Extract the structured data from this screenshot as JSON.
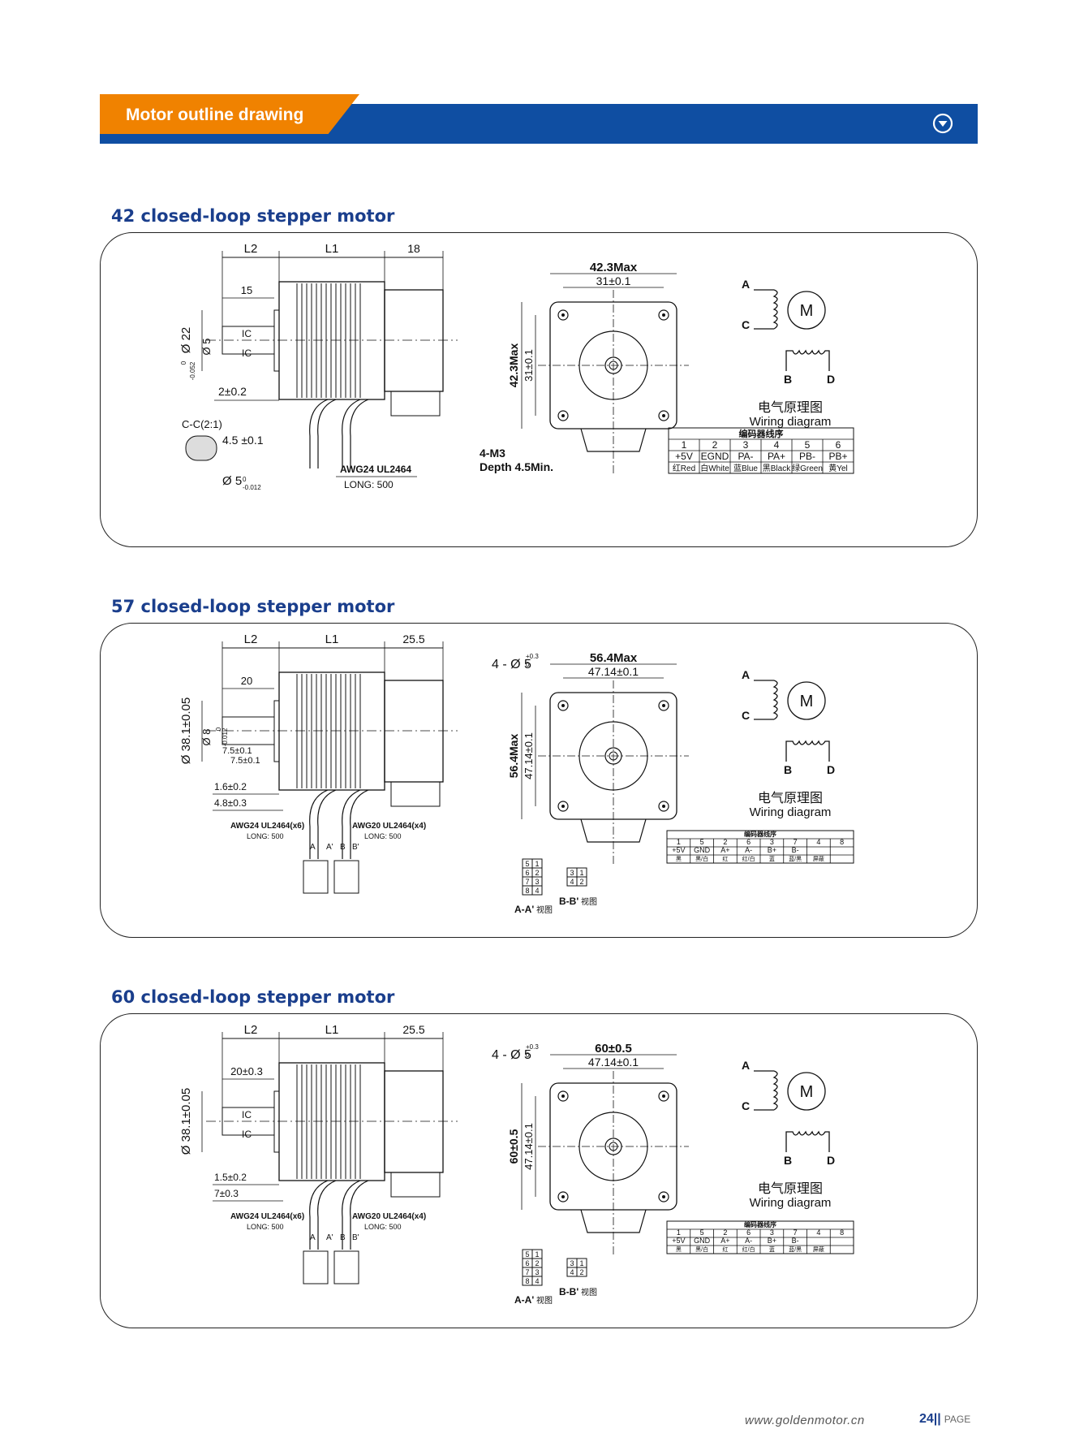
{
  "header": {
    "title": "Motor outline drawing",
    "colors": {
      "orange": "#f08200",
      "blue": "#0f4ea2"
    },
    "icon": "chevron-down-circle-icon"
  },
  "sections": [
    {
      "title": "42 closed-loop stepper motor",
      "side": {
        "L2": "L2",
        "L1": "L1",
        "tail": "18",
        "shaft_len": "15",
        "dia": "Ø 22",
        "dia_tol_top": "0",
        "dia_tol_bot": "-0.052",
        "ic1": "IC",
        "ic2": "IC",
        "step": "2±0.2",
        "cc": "C-C(2:1)",
        "flat": "4.5 ±0.1",
        "shaft_dia": "Ø 5",
        "shaft_tol_top": "0",
        "shaft_tol_bot": "-0.012",
        "cable": "AWG24 UL2464",
        "cable_long": "LONG: 500"
      },
      "front": {
        "max": "42.3Max",
        "pitch": "31±0.1",
        "vmax": "42.3Max",
        "vpitch": "31±0.1",
        "holes": "4-M3",
        "depth": "Depth 4.5Min."
      },
      "wiring": {
        "a": "A",
        "c": "C",
        "b": "B",
        "d": "D",
        "m": "M",
        "cn": "电气原理图",
        "en": "Wiring diagram"
      },
      "table": {
        "title": "编码器线序",
        "nums": [
          "1",
          "2",
          "3",
          "4",
          "5",
          "6"
        ],
        "sig": [
          "+5V",
          "EGND",
          "PA-",
          "PA+",
          "PB-",
          "PB+"
        ],
        "color": [
          "红Red",
          "白White",
          "蓝Blue",
          "黑Black",
          "绿Green",
          "黄Yel"
        ]
      }
    },
    {
      "title": "57 closed-loop stepper motor",
      "side": {
        "L2": "L2",
        "L1": "L1",
        "tail": "25.5",
        "shaft_len": "20",
        "dia": "Ø 38.1±0.05",
        "shaft_dia": "Ø 8",
        "shaft_tol_top": "0",
        "shaft_tol_bot": "-0.012",
        "flat": "7.5±0.1",
        "step1": "1.6±0.2",
        "step2": "4.8±0.3",
        "cable1": "AWG24 UL2464(x6)",
        "cable1_long": "LONG: 500",
        "cable2": "AWG20 UL2464(x4)",
        "cable2_long": "LONG: 500",
        "pa": "A",
        "pa2": "A'",
        "pb": "B",
        "pb2": "B'"
      },
      "front": {
        "holes": "4 - Ø 5",
        "hole_tol_top": "+0.3",
        "hole_tol_bot": "0",
        "max": "56.4Max",
        "pitch": "47.14±0.1",
        "vmax": "56.4Max",
        "vpitch": "47.14±0.1"
      },
      "conn": {
        "aa_pins": [
          "5",
          "1",
          "6",
          "2",
          "7",
          "3",
          "8",
          "4"
        ],
        "bb_pins": [
          "3",
          "1",
          "4",
          "2"
        ],
        "aa_label": "A-A'",
        "aa_view": "视图",
        "bb_label": "B-B'",
        "bb_view": "视图"
      },
      "wiring": {
        "a": "A",
        "c": "C",
        "b": "B",
        "d": "D",
        "m": "M",
        "cn": "电气原理图",
        "en": "Wiring diagram"
      },
      "table": {
        "title": "编码器线序",
        "nums": [
          "1",
          "5",
          "2",
          "6",
          "3",
          "7",
          "4",
          "8"
        ],
        "sig": [
          "+5V",
          "GND",
          "A+",
          "A-",
          "B+",
          "B-",
          "",
          ""
        ],
        "color": [
          "黑",
          "黑/白",
          "红",
          "红/白",
          "蓝",
          "蓝/黑",
          "屏蔽",
          ""
        ]
      }
    },
    {
      "title": "60 closed-loop stepper motor",
      "side": {
        "L2": "L2",
        "L1": "L1",
        "tail": "25.5",
        "shaft_len": "20±0.3",
        "dia": "Ø 38.1±0.05",
        "ic1": "IC",
        "ic2": "IC",
        "step1": "1.5±0.2",
        "step2": "7±0.3",
        "cable1": "AWG24 UL2464(x6)",
        "cable1_long": "LONG: 500",
        "cable2": "AWG20 UL2464(x4)",
        "cable2_long": "LONG: 500",
        "pa": "A",
        "pa2": "A'",
        "pb": "B",
        "pb2": "B'"
      },
      "front": {
        "holes": "4 - Ø 5",
        "hole_tol_top": "+0.3",
        "hole_tol_bot": "0",
        "max": "60±0.5",
        "pitch": "47.14±0.1",
        "vmax": "60±0.5",
        "vpitch": "47.14±0.1"
      },
      "conn": {
        "aa_pins": [
          "5",
          "1",
          "6",
          "2",
          "7",
          "3",
          "8",
          "4"
        ],
        "bb_pins": [
          "3",
          "1",
          "4",
          "2"
        ],
        "aa_label": "A-A'",
        "aa_view": "视图",
        "bb_label": "B-B'",
        "bb_view": "视图"
      },
      "wiring": {
        "a": "A",
        "c": "C",
        "b": "B",
        "d": "D",
        "m": "M",
        "cn": "电气原理图",
        "en": "Wiring diagram"
      },
      "table": {
        "title": "编码器线序",
        "nums": [
          "1",
          "5",
          "2",
          "6",
          "3",
          "7",
          "4",
          "8"
        ],
        "sig": [
          "+5V",
          "GND",
          "A+",
          "A-",
          "B+",
          "B-",
          "",
          ""
        ],
        "color": [
          "黑",
          "黑/白",
          "红",
          "红/白",
          "蓝",
          "蓝/黑",
          "屏蔽",
          ""
        ]
      }
    }
  ],
  "footer": {
    "url": "www.goldenmotor.cn",
    "page": "24||",
    "page_label": "PAGE"
  }
}
